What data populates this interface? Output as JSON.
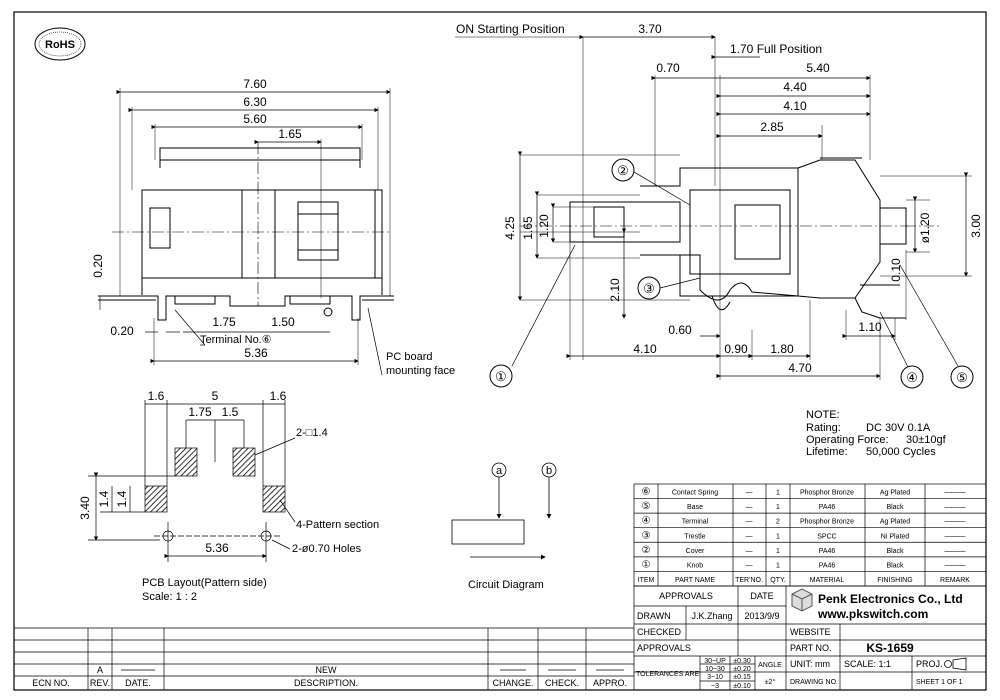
{
  "rohs": "RoHS",
  "front_view": {
    "dims": {
      "w760": "7.60",
      "w630": "6.30",
      "w560": "5.60",
      "w165": "1.65",
      "h020": "0.20",
      "w020": "0.20",
      "w175": "1.75",
      "w150": "1.50",
      "w536": "5.36"
    },
    "terminal_label": "Terminal No.⑥",
    "pc_board_label_1": "PC board",
    "pc_board_label_2": "mounting face"
  },
  "side_view": {
    "on_start_label": "ON Starting Position",
    "full_pos_label": "1.70 Full Position",
    "dims": {
      "d370": "3.70",
      "d070": "0.70",
      "d540": "5.40",
      "d440": "4.40",
      "d410t": "4.10",
      "d285": "2.85",
      "d425": "4.25",
      "d165": "1.65",
      "d120": "1.20",
      "d210": "2.10",
      "d060": "0.60",
      "d410": "4.10",
      "d090": "0.90",
      "d180": "1.80",
      "d470": "4.70",
      "d110": "1.10",
      "d010": "0.10",
      "dia120": "ø1.20",
      "d300": "3.00"
    },
    "callouts": [
      "①",
      "②",
      "③",
      "④",
      "⑤"
    ]
  },
  "pcb_layout": {
    "dims": {
      "p16a": "1.6",
      "p5": "5",
      "p16b": "1.6",
      "p175": "1.75",
      "p15": "1.5",
      "p340": "3.40",
      "p14a": "1.4",
      "p14b": "1.4",
      "p536": "5.36"
    },
    "note_square": "2-□1.4",
    "note_pattern": "4-Pattern section",
    "note_holes": "2-ø0.70 Holes",
    "title": "PCB Layout(Pattern side)",
    "scale": "Scale: 1 : 2"
  },
  "circuit": {
    "a": "a",
    "b": "b",
    "title": "Circuit Diagram"
  },
  "notes": {
    "heading": "NOTE:",
    "rating_label": "Rating:",
    "rating_value": "DC 30V 0.1A",
    "force_label": "Operating Force:",
    "force_value": "30±10gf",
    "life_label": "Lifetime:",
    "life_value": "50,000 Cycles"
  },
  "parts": {
    "headers": [
      "ITEM",
      "PART NAME",
      "TER'NO.",
      "QTY.",
      "MATERIAL",
      "FINISHING",
      "REMARK"
    ],
    "rows": [
      {
        "item": "⑥",
        "name": "Contact Spring",
        "ter": "—",
        "qty": "1",
        "material": "Phosphor Bronze",
        "finish": "Ag Plated",
        "remark": "———"
      },
      {
        "item": "⑤",
        "name": "Base",
        "ter": "—",
        "qty": "1",
        "material": "PA46",
        "finish": "Black",
        "remark": "———"
      },
      {
        "item": "④",
        "name": "Terminal",
        "ter": "—",
        "qty": "2",
        "material": "Phosphor Bronze",
        "finish": "Ag Plated",
        "remark": "———"
      },
      {
        "item": "③",
        "name": "Trestle",
        "ter": "—",
        "qty": "1",
        "material": "SPCC",
        "finish": "Ni Plated",
        "remark": "———"
      },
      {
        "item": "②",
        "name": "Cover",
        "ter": "—",
        "qty": "1",
        "material": "PA46",
        "finish": "Black",
        "remark": "———"
      },
      {
        "item": "①",
        "name": "Knob",
        "ter": "—",
        "qty": "1",
        "material": "PA46",
        "finish": "Black",
        "remark": "———"
      }
    ]
  },
  "title_block": {
    "approvals": "APPROVALS",
    "date": "DATE",
    "drawn": "DRAWN",
    "drawn_by": "J.K.Zhang",
    "drawn_date": "2013/9/9",
    "checked": "CHECKED",
    "approvals2": "APPROVALS",
    "company": "Penk Electronics Co., Ltd",
    "website": "www.pkswitch.com",
    "website_label": "WEBSITE",
    "part_no_label": "PART NO.",
    "part_no": "KS-1659",
    "tolerances_label": "TOLERANCES ARE",
    "tol_rows": [
      {
        "range": "30~UP",
        "tol": "±0.30"
      },
      {
        "range": "10~30",
        "tol": "±0.20"
      },
      {
        "range": "3~10",
        "tol": "±0.15"
      },
      {
        "range": "~3",
        "tol": "±0.10"
      }
    ],
    "angle_label": "ANGLE",
    "angle_value": "±2°",
    "unit": "UNIT: mm",
    "scale": "SCALE: 1:1",
    "proj": "PROJ.",
    "drawing_no": "DRAWING NO.",
    "sheet": "SHEET 1 OF 1"
  },
  "revision": {
    "rev": "A",
    "new": "NEW",
    "headers": [
      "ECN NO.",
      "REV.",
      "DATE.",
      "DESCRIPTION.",
      "CHANGE.",
      "CHECK.",
      "APPRO."
    ]
  }
}
